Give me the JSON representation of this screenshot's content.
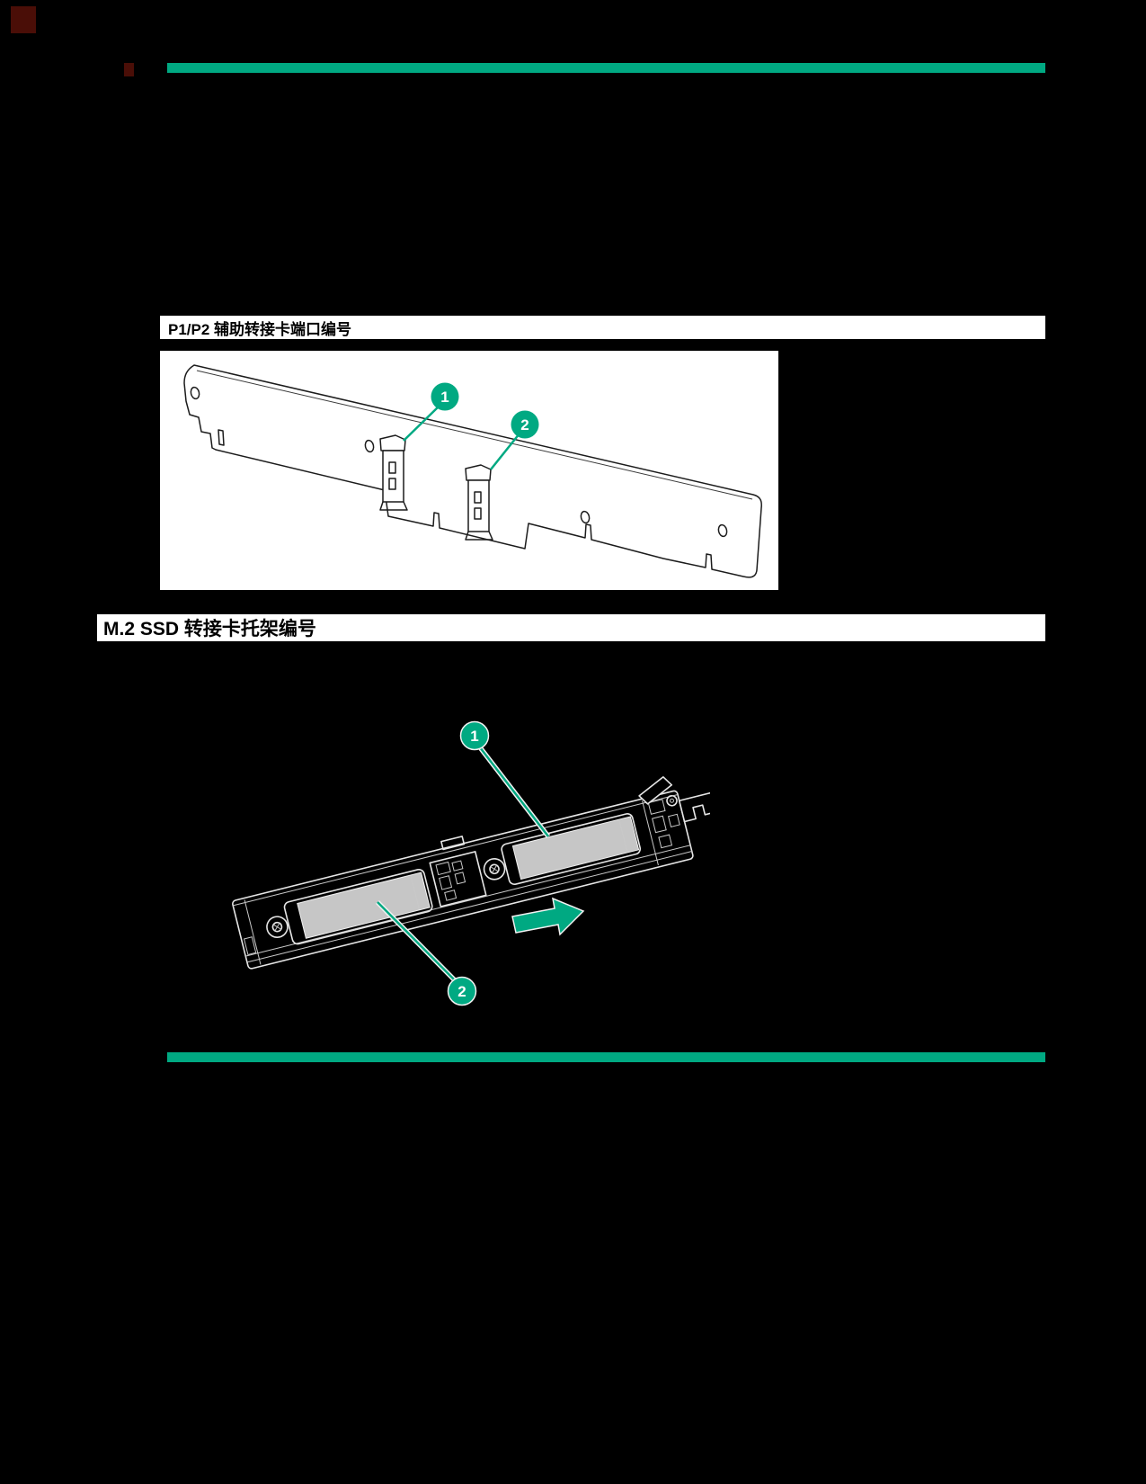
{
  "page": {
    "background_color": "#000000",
    "accent_color": "#00A982",
    "heading_bar_color": "#FFFFFF",
    "heading_text_color": "#000000",
    "figure_background": "#FFFFFF",
    "marker_color": "#4A0E07"
  },
  "sections": [
    {
      "heading": "P1/P2 辅助转接卡端口编号",
      "callouts": [
        "1",
        "2"
      ]
    },
    {
      "heading": "M.2 SSD 转接卡托架编号",
      "callouts": [
        "1",
        "2"
      ]
    }
  ]
}
